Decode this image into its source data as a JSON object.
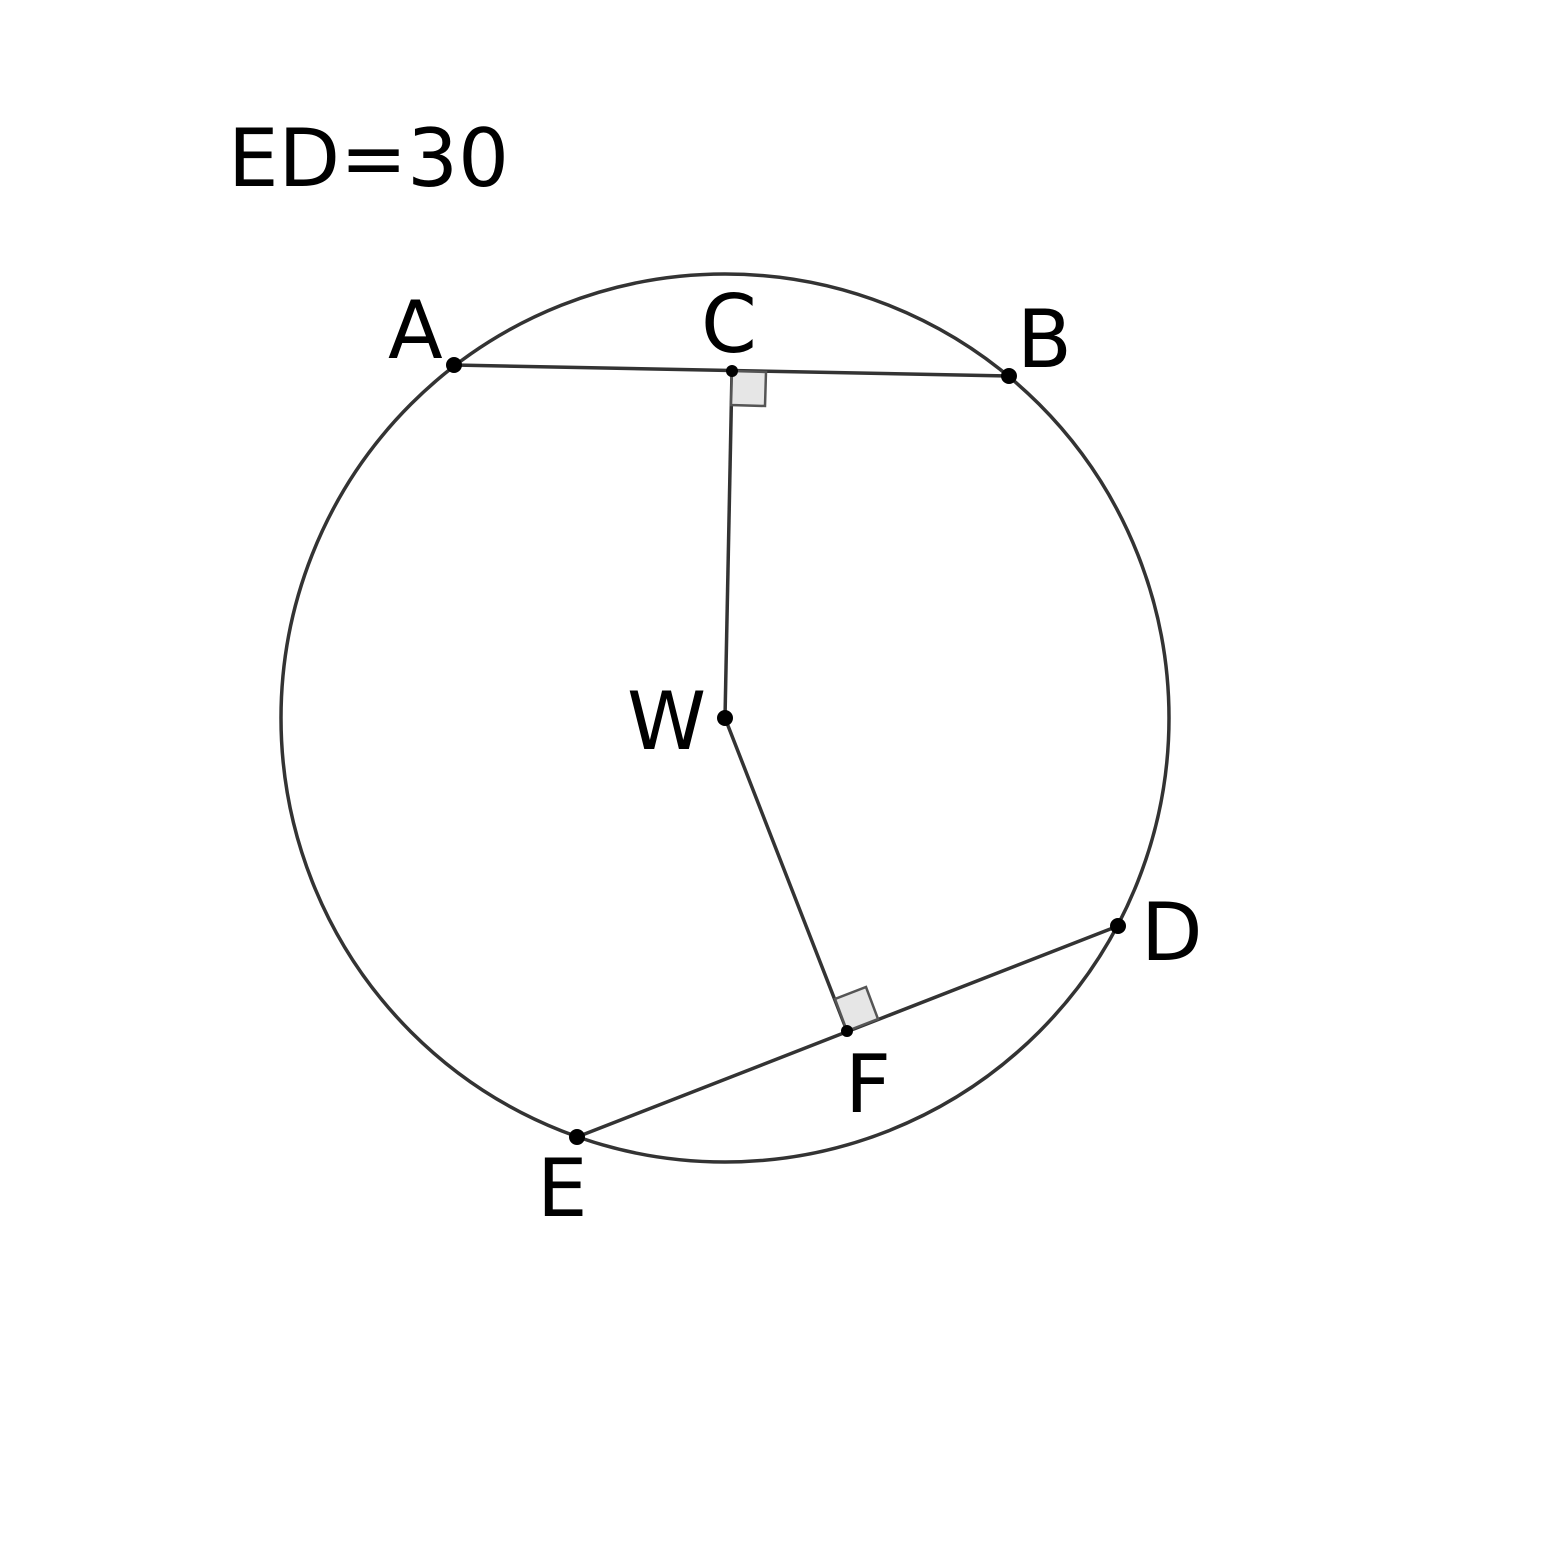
{
  "given": {
    "text": "ED=30"
  },
  "points": {
    "A": "A",
    "B": "B",
    "C": "C",
    "D": "D",
    "E": "E",
    "F": "F",
    "W": "W"
  },
  "colors": {
    "stroke": "#333333",
    "right_angle_fill": "#e6e6e6",
    "point": "#000000"
  }
}
